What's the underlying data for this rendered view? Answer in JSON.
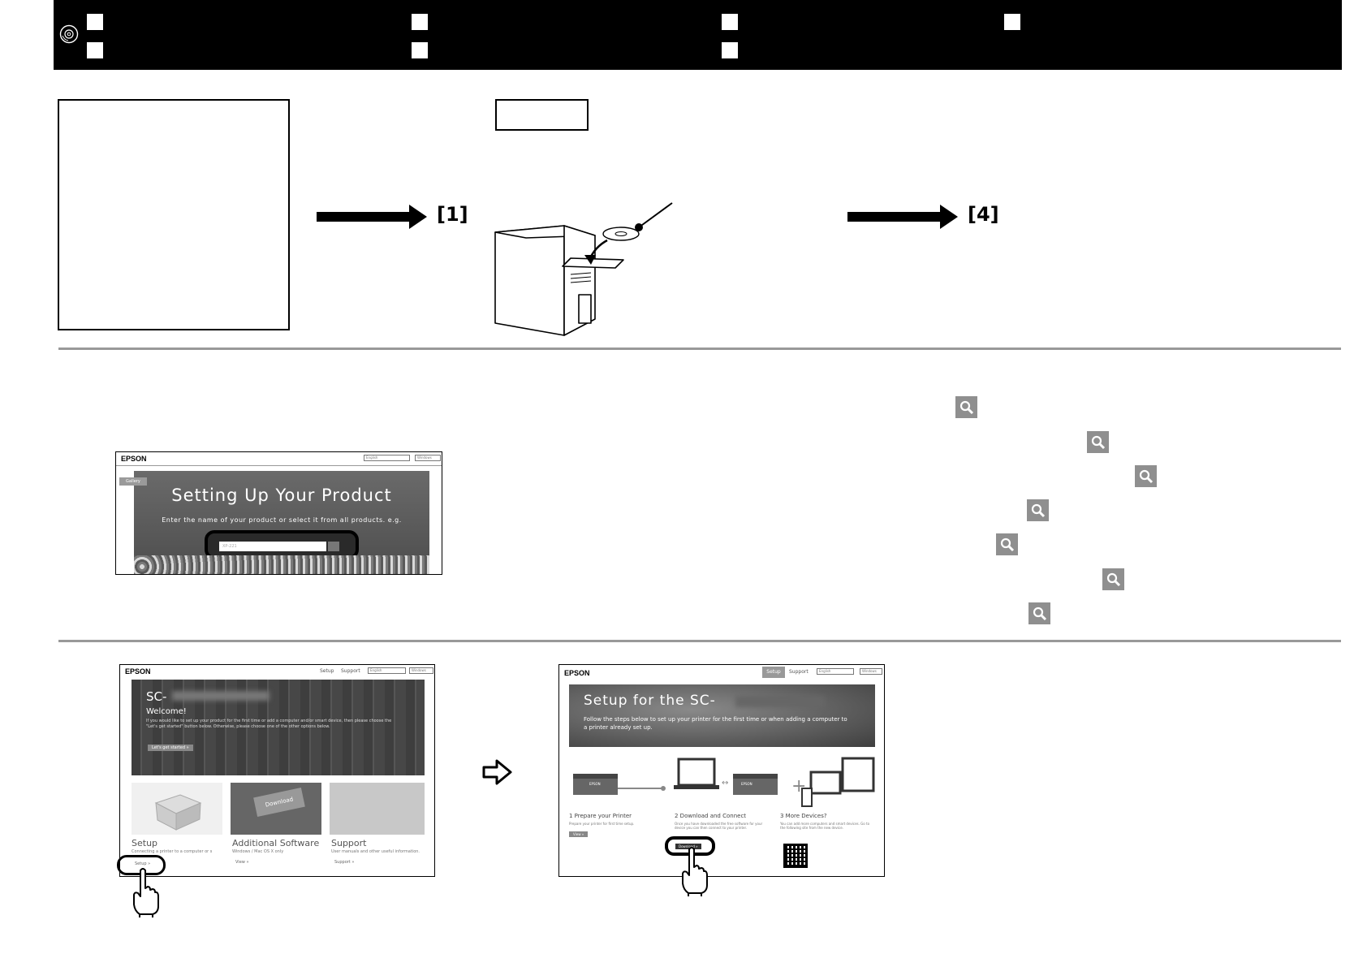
{
  "header": {
    "icon": "disc-icon"
  },
  "step1": {
    "arrow_label": "[1]"
  },
  "step2": {
    "arrow_label": "[4]",
    "illustration": "computer-with-disc-tray-icon"
  },
  "search_icons": [
    "magnifier-icon",
    "magnifier-icon",
    "magnifier-icon",
    "magnifier-icon",
    "magnifier-icon",
    "magnifier-icon",
    "magnifier-icon"
  ],
  "screen1": {
    "logo": "EPSON",
    "lang_select": "English",
    "os_select": "Windows",
    "gallery_tag": "Gallery",
    "title": "Setting Up Your Product",
    "subtitle": "Enter the name of your product or select it from all products. e.g.",
    "search_placeholder": "XP-221"
  },
  "screen2": {
    "logo": "EPSON",
    "nav_setup": "Setup",
    "nav_support": "Support",
    "lang_select": "English",
    "os_select": "Windows",
    "model": "SC-",
    "welcome": "Welcome!",
    "welcome_text": "If you would like to set up your product for the first time or add a computer and/or smart device, then please choose the \"Let's get started\" button below. Otherwise, please choose one of the other options below.",
    "start_button": "Let's get started »",
    "cards": [
      {
        "title": "Setup",
        "desc": "Connecting a printer to a computer or s",
        "button": "Setup »"
      },
      {
        "title": "Additional Software",
        "desc": "Windows / Mac OS X only",
        "button": "View »"
      },
      {
        "title": "Support",
        "desc": "User manuals and other useful information.",
        "button": "Support »"
      }
    ],
    "download_key_text": "Download"
  },
  "screen3": {
    "logo": "EPSON",
    "nav_setup": "Setup",
    "nav_support": "Support",
    "lang_select": "English",
    "os_select": "Windows",
    "title": "Setup for the SC-",
    "subtitle": "Follow the steps below to set up your printer for the first time or when adding a computer to a printer already set up.",
    "printer_brand": "EPSON",
    "steps": [
      {
        "title": "1 Prepare your Printer",
        "desc": "Prepare your printer for first time setup.",
        "button": "View »"
      },
      {
        "title": "2 Download and Connect",
        "desc": "Once you have downloaded the free software for your device you can then connect to your printer.",
        "button": "Download »"
      },
      {
        "title": "3 More Devices?",
        "desc": "You can add more computers and smart devices. Go to the following site from the new device.",
        "button": ""
      }
    ]
  }
}
